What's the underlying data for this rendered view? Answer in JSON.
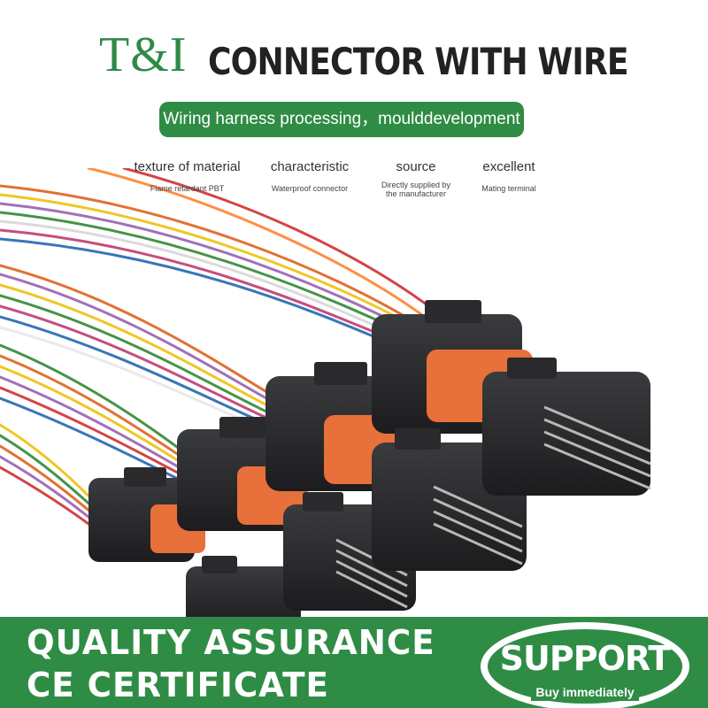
{
  "header": {
    "brand": "T&I",
    "headline": "CONNECTOR WITH WIRE"
  },
  "tagline": "Wiring harness processing，moulddevelopment",
  "features": [
    {
      "title": "texture of material",
      "subtitle": "Flame retardant PBT"
    },
    {
      "title": "characteristic",
      "subtitle": "Waterproof connector"
    },
    {
      "title": "source",
      "subtitle": "Directly supplied by the manufacturer"
    },
    {
      "title": "excellent",
      "subtitle": "Mating terminal"
    }
  ],
  "banner": {
    "line1": "QUALITY  ASSURANCE",
    "line2": "CE  CERTIFICATE",
    "support_label": "SUPPORT",
    "buy_label": "Buy  immediately"
  },
  "colors": {
    "brand_green": "#2f8c45",
    "connector_orange": "#e8703a",
    "connector_black": "#2a2a2c"
  },
  "icons": [
    "product-photo"
  ]
}
